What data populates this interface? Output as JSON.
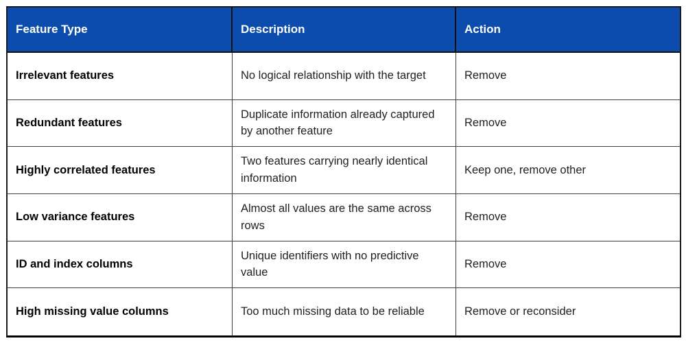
{
  "colors": {
    "header_bg": "#0B4CAC",
    "header_text": "#ffffff",
    "inner_border": "#3f3f3f",
    "outer_border": "#1a1a1a"
  },
  "header": {
    "feature_type": "Feature Type",
    "description": "Description",
    "action": "Action"
  },
  "rows": [
    {
      "feature_type": "Irrelevant features",
      "description": "No logical relationship with the target",
      "action": "Remove"
    },
    {
      "feature_type": "Redundant features",
      "description": "Duplicate information already captured by another feature",
      "action": "Remove"
    },
    {
      "feature_type": "Highly correlated features",
      "description": "Two features carrying nearly identical information",
      "action": "Keep one, remove other"
    },
    {
      "feature_type": "Low variance features",
      "description": "Almost all values are the same across rows",
      "action": "Remove"
    },
    {
      "feature_type": "ID and index columns",
      "description": "Unique identifiers with no predictive value",
      "action": "Remove"
    },
    {
      "feature_type": "High missing value columns",
      "description": "Too much missing data to be reliable",
      "action": "Remove or reconsider"
    }
  ]
}
